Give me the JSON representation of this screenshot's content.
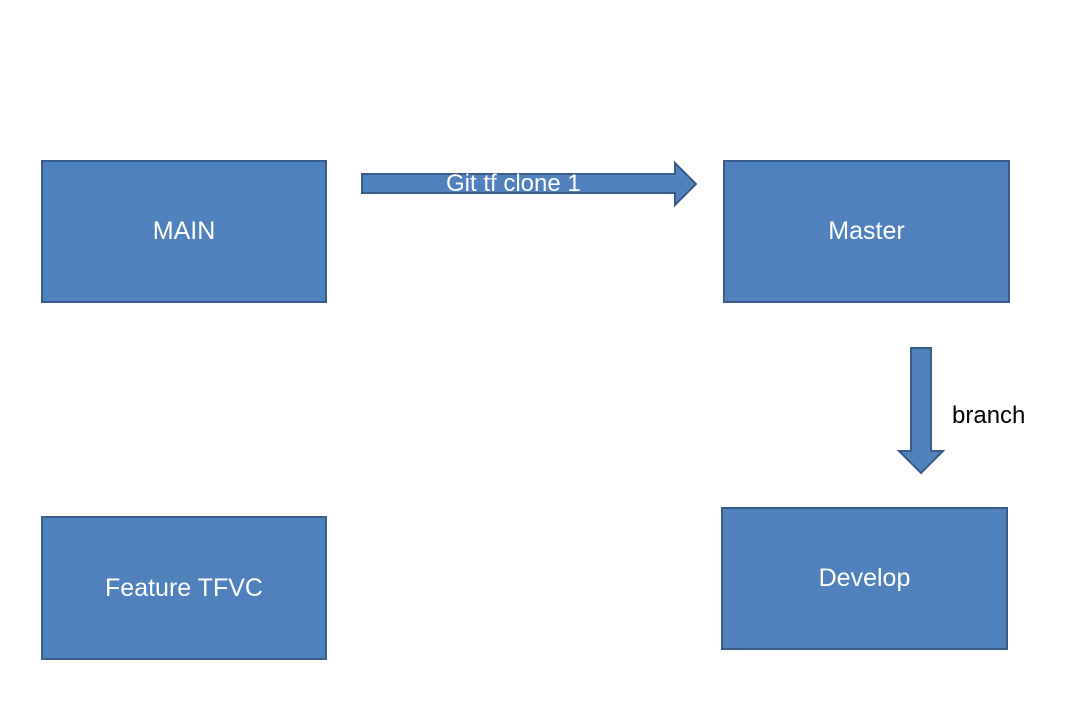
{
  "diagram": {
    "nodes": {
      "main": {
        "label": "MAIN"
      },
      "master": {
        "label": "Master"
      },
      "feature": {
        "label": "Feature TFVC"
      },
      "develop": {
        "label": "Develop"
      }
    },
    "edges": {
      "clone": {
        "from": "MAIN",
        "to": "Master",
        "label": "Git tf clone 1"
      },
      "branch": {
        "from": "Master",
        "to": "Develop",
        "label": "branch"
      }
    },
    "colors": {
      "box_fill": "#4f81bd",
      "box_border": "#385d8a",
      "box_text": "#ffffff",
      "label_text": "#000000"
    }
  }
}
